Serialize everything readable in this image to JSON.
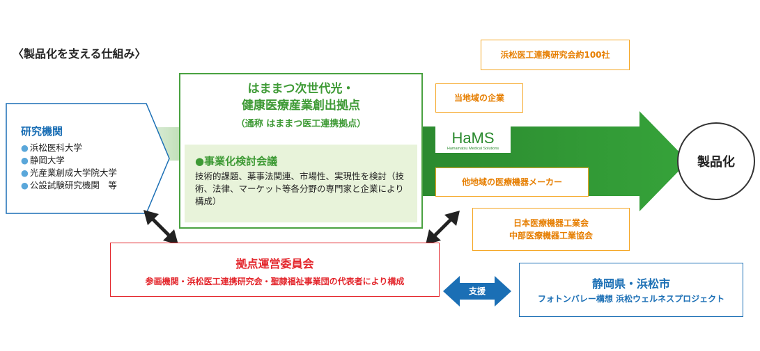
{
  "heading": "〈製品化を支える仕組み〉",
  "research": {
    "title": "研究機関",
    "items": [
      "浜松医科大学",
      "静岡大学",
      "光産業創成大学院大学",
      "公設試験研究機関　等"
    ]
  },
  "hub": {
    "title_line1": "はままつ次世代光・",
    "title_line2": "健康医療産業創出拠点",
    "subtitle": "（通称 はままつ医工連携拠点）",
    "council_title": "●事業化検討会議",
    "council_desc": "技術的課題、薬事法関連、市場性、実現性を検討（技術、法律、マーケット等各分野の専門家と企業により構成）"
  },
  "partners": {
    "association": "浜松医工連携研究会約100社",
    "local": "当地域の企業",
    "hams_logo": "HaMS",
    "hams_tagline": "Hamamatsu Medical Solutions",
    "other_region": "他地域の医療機器メーカー",
    "industry_line1": "日本医療機器工業会",
    "industry_line2": "中部医療機器工業協会"
  },
  "product": "製品化",
  "committee": {
    "title": "拠点運営委員会",
    "desc": "参画機関・浜松医工連携研究会・聖隷福祉事業団の代表者により構成"
  },
  "support": "支援",
  "city": {
    "title": "静岡県・浜松市",
    "desc": "フォトンバレー構想 浜松ウェルネスプロジェクト"
  },
  "colors": {
    "green": "#3e9a35",
    "light_green": "#e8f3da",
    "orange": "#f5a623",
    "red": "#e3262c",
    "blue": "#1b6fb5"
  }
}
